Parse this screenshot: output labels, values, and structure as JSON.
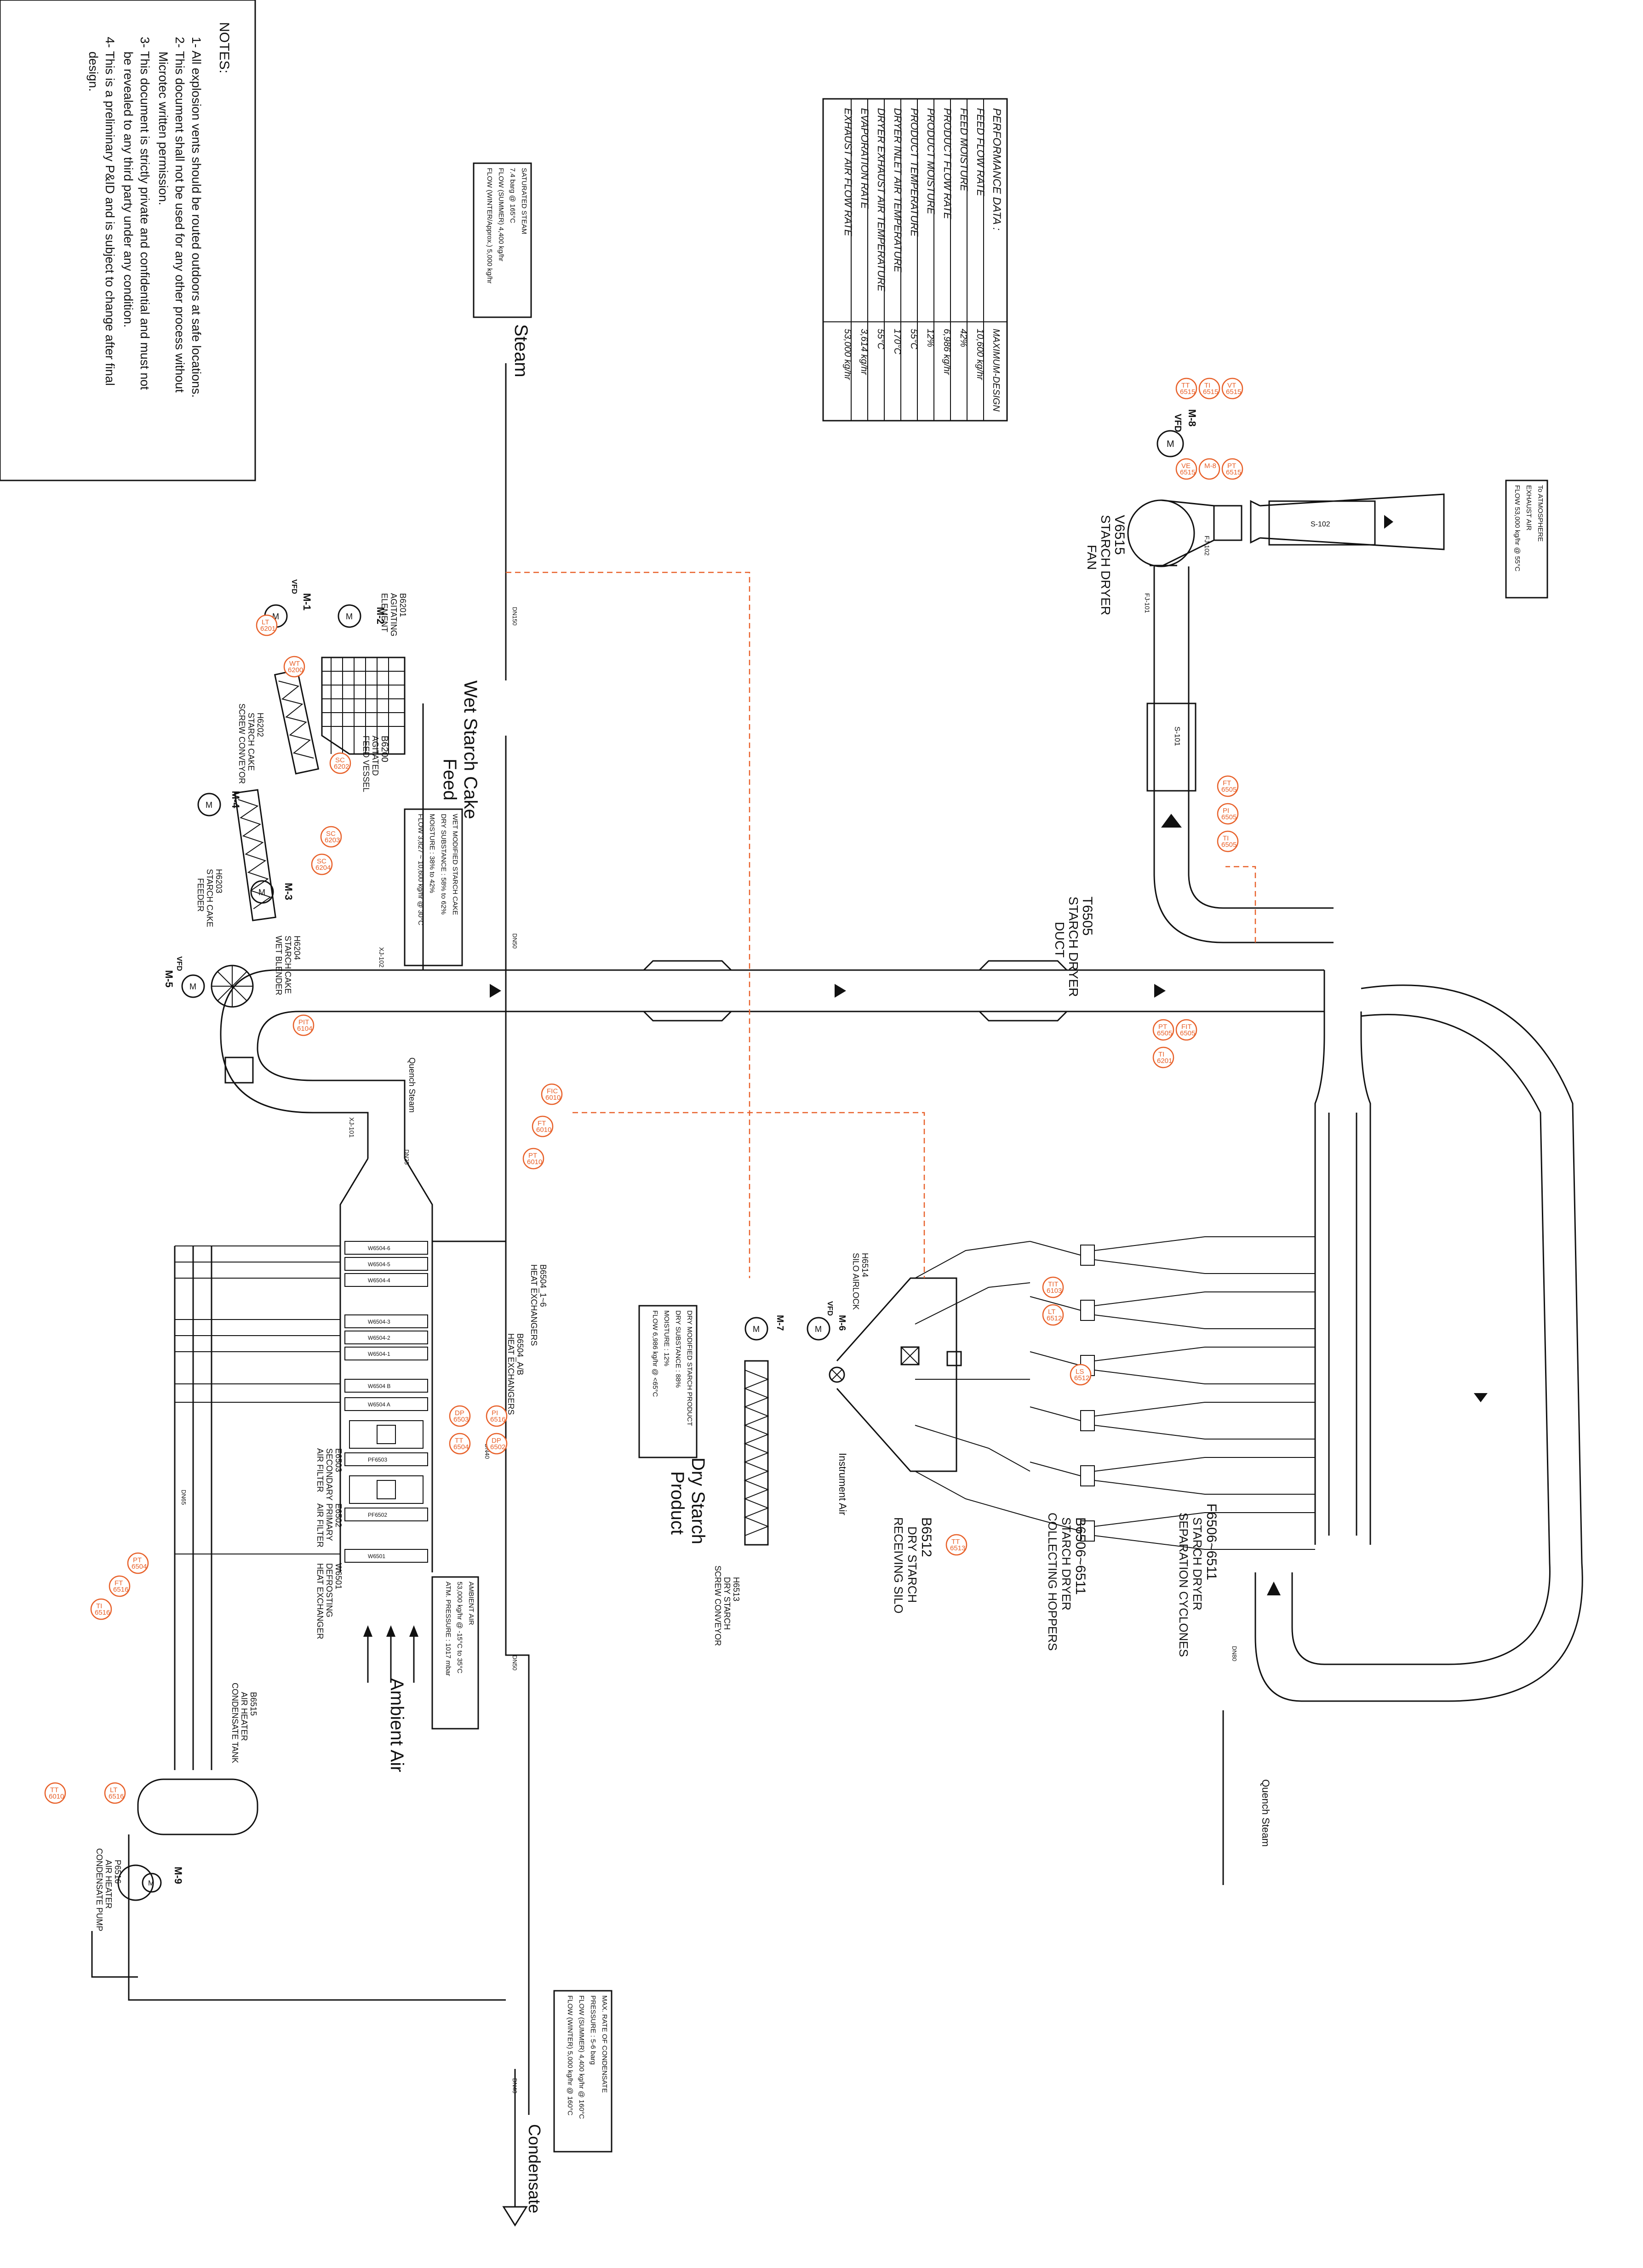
{
  "notes": {
    "title": "NOTES:",
    "items": [
      "1- All explosion vents should be routed outdoors at safe locations.",
      "2- This document shall not be used for any other process without",
      "Microtec written permission.",
      "3- This document is strictly private and confidential and must not",
      "be revealed to any third party under any condition.",
      "4- This is a preliminary P&ID and is subject to change after final",
      "design."
    ]
  },
  "performance": {
    "title": "PERFORMANCE DATA :",
    "header_value": "MAXIMUM-DESIGN",
    "rows": [
      {
        "label": "FEED FLOW RATE",
        "value": "10,600 kg/hr"
      },
      {
        "label": "FEED MOISTURE",
        "value": "42%"
      },
      {
        "label": "PRODUCT FLOW RATE",
        "value": "6,986 kg/hr"
      },
      {
        "label": "PRODUCT MOISTURE",
        "value": "12%"
      },
      {
        "label": "PRODUCT TEMPERATURE",
        "value": "55°C"
      },
      {
        "label": "DRYER INLET AIR TEMPERATURE",
        "value": "170°C"
      },
      {
        "label": "DRYER EXHAUST AIR TEMPERATURE",
        "value": "55°C"
      },
      {
        "label": "EVAPORATION RATE",
        "value": "3,614 kg/hr"
      },
      {
        "label": "EXHAUST AIR FLOW RATE",
        "value": "53,000 kg/hr"
      }
    ]
  },
  "streams": {
    "steam": "Steam",
    "wet_feed_1": "Wet Starch Cake",
    "wet_feed_2": "Feed",
    "dry_product_1": "Dry Starch",
    "dry_product_2": "Product",
    "ambient": "Ambient Air",
    "condensate": "Condensate",
    "instrument_air": "Instrument Air",
    "quench_left": "Quench Steam",
    "quench_right": "Quench Steam",
    "atmosphere": "To ATMOSPHERE",
    "exhaust_box": "EXHAUST AIR",
    "exhaust_flow": "FLOW 53,000 kg/hr @ 55°C"
  },
  "equipment": {
    "fan": [
      "V6515",
      "STARCH DRYER",
      "FAN"
    ],
    "duct": [
      "T6505",
      "STARCH DRYER",
      "DUCT"
    ],
    "cyclones": [
      "F6506~6511",
      "STARCH DRYER",
      "SEPARATION CYCLONES"
    ],
    "hoppers": [
      "B6506~6511",
      "STARCH DRYER",
      "COLLECTING HOPPERS"
    ],
    "silo": [
      "B6512",
      "DRY STARCH",
      "RECEIVING SILO"
    ],
    "screw": [
      "H6513",
      "DRY STARCH",
      "SCREW CONVEYOR"
    ],
    "airlock": [
      "H6514",
      "SILO AIRLOCK"
    ],
    "feed_vessel": [
      "B6200",
      "AGITATED",
      "FEED VESSEL"
    ],
    "agitating": [
      "B6201",
      "AGITATING",
      "ELEMENT"
    ],
    "cake_conveyor": [
      "H6202",
      "STARCH CAKE",
      "SCREW CONVEYOR"
    ],
    "cake_feeder": [
      "H6203",
      "STARCH CAKE",
      "FEEDER"
    ],
    "wet_blender": [
      "H6204",
      "STARCH CAKE",
      "WET BLENDER"
    ],
    "heat_exchangers": [
      "B6504_1~6",
      "HEAT EXCHANGERS"
    ],
    "condensate_hx": [
      "B6504_A/B",
      "HEAT EXCHANGERS"
    ],
    "secondary_filter": [
      "E6503",
      "SECONDARY",
      "AIR FILTER"
    ],
    "primary_filter": [
      "E6502",
      "PRIMARY",
      "AIR FILTER"
    ],
    "defrost": [
      "W6501",
      "DEFROSTING",
      "HEAT EXCHANGER"
    ],
    "cond_tank": [
      "B6515",
      "AIR HEATER",
      "CONDENSATE TANK"
    ],
    "cond_pump": [
      "P6516",
      "AIR HEATER",
      "CONDENSATE PUMP"
    ],
    "s101": "S-101",
    "s102": "S-102",
    "xj101": "XJ-101",
    "xj102": "XJ-102",
    "fj101": "FJ-101",
    "fj102": "FJ-102"
  },
  "hx_labels": [
    "W6504-6",
    "W6504-5",
    "W6504-4",
    "W6504-3",
    "W6504-2",
    "W6504-1",
    "W6504 B",
    "W6504 A",
    "PF6503",
    "PF6502",
    "W6501"
  ],
  "motors": [
    "M-1",
    "M-2",
    "M-3",
    "M-4",
    "M-5",
    "M-6",
    "M-7",
    "M-8",
    "M-9"
  ],
  "vfd": "VFD",
  "info_boxes": {
    "steam_box": [
      "SATURATED STEAM",
      "7.4 barg @ 165°C",
      "FLOW (SUMMER) 4,400 kg/hr",
      "FLOW (WINTER/Approx.) 5,000 kg/hr"
    ],
    "wet_box": [
      "WET MODIFIED STARCH CAKE",
      "DRY SUBSTANCE : 58% to 62%",
      "MOISTURE : 38% to 42%",
      "FLOW 3,827 ~ 10,600 kg/hr @ 30°C"
    ],
    "product_box": [
      "DRY MODIFIED STARCH PRODUCT",
      "DRY SUBSTANCE : 88%",
      "MOISTURE : 12%",
      "FLOW 6,986 kg/hr @ <65°C"
    ],
    "ambient_box": [
      "AMBIENT AIR",
      "53,000 kg/hr @ -15°C to 35°C",
      "ATM. PRESSURE : 1017 mbar"
    ],
    "condensate_box": [
      "MAX. RATE OF CONDENSATE",
      "PRESSURE : 5-6 barg",
      "FLOW (SUMMER) 4,400 kg/hr @ 160°C",
      "FLOW (WINTER) 5,000 kg/hr @ 160°C"
    ]
  },
  "pipe_sizes": [
    "DN150",
    "DN50",
    "DN40",
    "DN65",
    "DN50",
    "DN40",
    "DN25",
    "DN80"
  ],
  "tags": [
    "TT 6515",
    "TI 6515",
    "VT 6515",
    "VE 6515",
    "M-8",
    "PT 6515",
    "FT 6505",
    "PI 6505",
    "TI 6505",
    "PT 6505",
    "FIT 6505",
    "TI 6201",
    "LT 6201",
    "WT 6200",
    "SC 6202",
    "SC 6203",
    "SC 6204",
    "PIT 6104",
    "TIT 6103",
    "LT 6512",
    "LS 6512",
    "TT 6513",
    "FIC 6010",
    "FT 6010",
    "PT 6010",
    "TT 6010",
    "LT 6516",
    "PI 6516",
    "DP 6502",
    "DP 6503",
    "TT 6504",
    "PT 6504",
    "FT 6516",
    "TI 6516"
  ]
}
